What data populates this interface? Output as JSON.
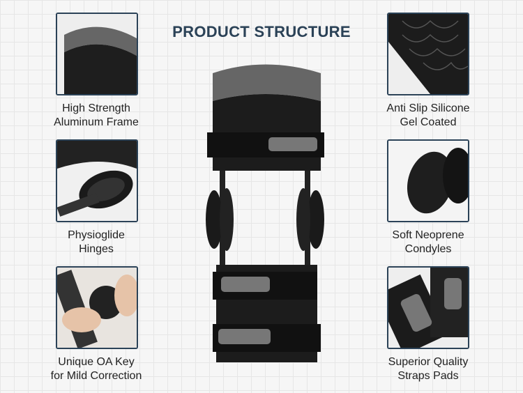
{
  "title": "PRODUCT STRUCTURE",
  "features": [
    {
      "line1": "High Strength",
      "line2": "Aluminum Frame"
    },
    {
      "line1": "Physioglide",
      "line2": "Hinges"
    },
    {
      "line1": "Unique OA Key",
      "line2": "for Mild Correction"
    },
    {
      "line1": "Anti Slip Silicone",
      "line2": "Gel Coated"
    },
    {
      "line1": "Soft Neoprene",
      "line2": "Condyles"
    },
    {
      "line1": "Superior Quality",
      "line2": "Straps Pads"
    }
  ],
  "colors": {
    "title": "#2b4257",
    "border": "#2b4257"
  }
}
